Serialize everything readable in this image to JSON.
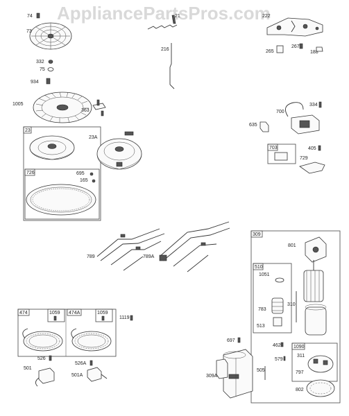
{
  "watermark": "AppliancePartsPros.com",
  "parts": {
    "p74": "74",
    "p73": "73",
    "p332": "332",
    "p75": "75",
    "p934": "934",
    "p1005": "1005",
    "p363": "363",
    "p23": "23",
    "p23A": "23A",
    "p726": "726",
    "p695": "695",
    "p165": "165",
    "p21": "21",
    "p216": "216",
    "p222": "222",
    "p265": "265",
    "p267": "267",
    "p188": "188",
    "p334": "334",
    "p635": "635",
    "p700": "700",
    "p703": "703",
    "p405": "405",
    "p729": "729",
    "p789": "789",
    "p789A": "789A",
    "p309": "309",
    "p801": "801",
    "p510": "510",
    "p1051": "1051",
    "p783": "783",
    "p513": "513",
    "p310": "310",
    "p462": "462",
    "p1090": "1090",
    "p579": "579",
    "p311": "311",
    "p797": "797",
    "p505": "505",
    "p802": "802",
    "p474": "474",
    "p1059a": "1059",
    "p474A": "474A",
    "p1059b": "1059",
    "p1119": "1119",
    "p526": "526",
    "p526A": "526A",
    "p501": "501",
    "p501A": "501A",
    "p697": "697",
    "p309A": "309A"
  }
}
